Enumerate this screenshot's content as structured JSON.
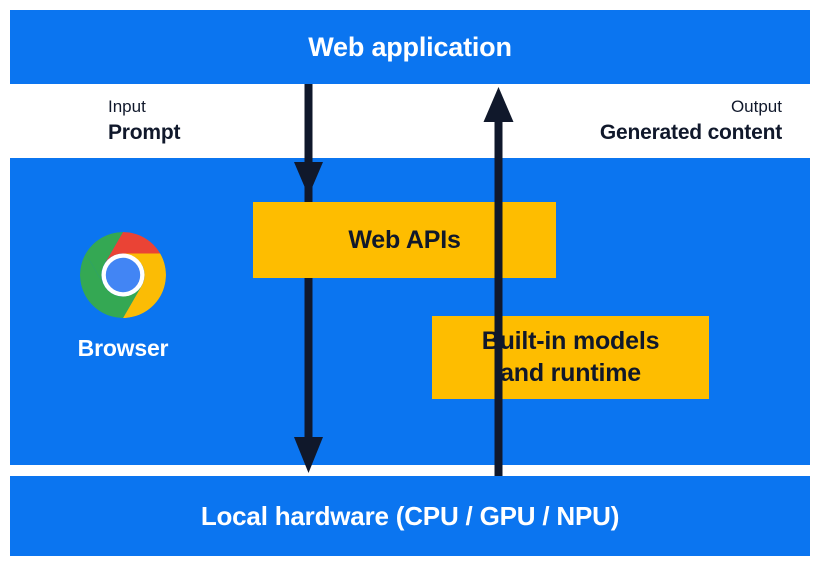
{
  "diagram": {
    "title": "Built-in AI architecture",
    "colors": {
      "blue": "#0b75f0",
      "amber": "#febd00",
      "ink": "#10182b",
      "white": "#ffffff",
      "chrome_red": "#ea4335",
      "chrome_yellow": "#fbbc05",
      "chrome_green": "#34a853",
      "chrome_blue": "#4285f4"
    },
    "bands": [
      {
        "id": "web-application",
        "label": "Web application"
      },
      {
        "id": "browser",
        "label": "Browser"
      },
      {
        "id": "local-hardware",
        "label": "Local hardware (CPU / GPU / NPU)"
      }
    ],
    "browser": {
      "logo_name": "chrome-logo-icon",
      "caption": "Browser"
    },
    "boxes": [
      {
        "id": "web-apis",
        "label": "Web APIs"
      },
      {
        "id": "builtin-models",
        "line1": "Built-in models",
        "line2": "and runtime"
      }
    ],
    "io": {
      "input": {
        "kind": "Input",
        "value": "Prompt"
      },
      "output": {
        "kind": "Output",
        "value": "Generated content"
      }
    },
    "arrows": [
      {
        "id": "downward-flow",
        "direction": "down",
        "from": "Web application",
        "to": "Local hardware"
      },
      {
        "id": "upward-flow",
        "direction": "up",
        "from": "Local hardware",
        "to": "Web application"
      }
    ]
  }
}
